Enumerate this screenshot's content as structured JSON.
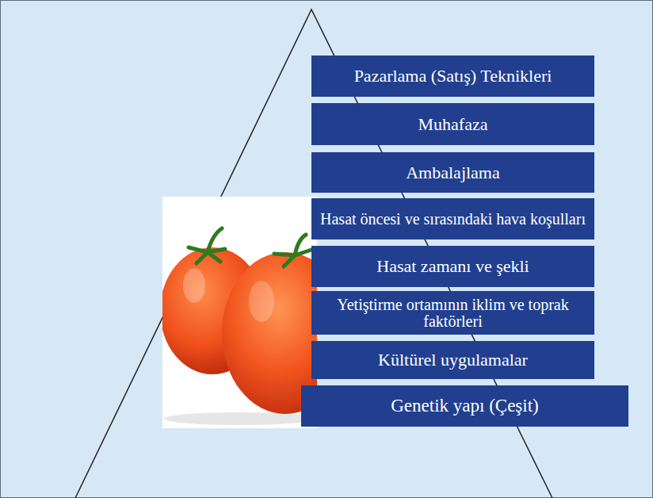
{
  "diagram": {
    "nodes": [
      {
        "text": [
          "Pazarlama (Satış) Teknikleri"
        ]
      },
      {
        "text": [
          "Muhafaza"
        ]
      },
      {
        "text": [
          "Ambalajlama"
        ]
      },
      {
        "text": [
          "Hasat öncesi ve sırasındaki hava koşulları"
        ]
      },
      {
        "text": [
          "Hasat zamanı ve şekli"
        ]
      },
      {
        "text": [
          "Yetiştirme ortamının iklim ve toprak faktörleri"
        ]
      },
      {
        "text": [
          "Kültürel uygulamalar"
        ]
      },
      {
        "text": [
          "Genetik yapı (Çeşit)"
        ]
      }
    ]
  }
}
